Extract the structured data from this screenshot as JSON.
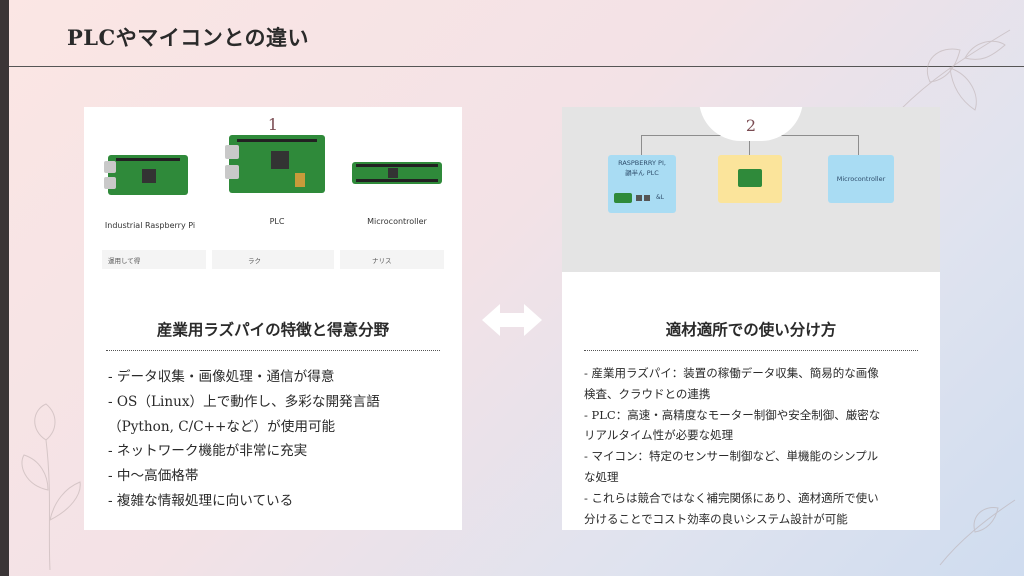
{
  "title": "PLCやマイコンとの違い",
  "left_card": {
    "number": "1",
    "products": [
      {
        "label": "Industrial Raspberry Pi"
      },
      {
        "label": "PLC"
      },
      {
        "label": "Microcontroller"
      }
    ],
    "cells": [
      "運用して得",
      "ラク",
      "ナリス"
    ],
    "heading": "産業用ラズパイの特徴と得意分野",
    "bullets": [
      "- データ収集・画像処理・通信が得意",
      "- OS（Linux）上で動作し、多彩な開発言語",
      "（Python, C/C++など）が使用可能",
      "- ネットワーク機能が非常に充実",
      "- 中〜高価格帯",
      "- 複雑な情報処理に向いている"
    ]
  },
  "right_card": {
    "number": "2",
    "diagram": {
      "box1_line1": "RASPBERRY PI,",
      "box1_line2": "韻半ん PLC",
      "box1_small": "&L",
      "box3": "Microcontroller"
    },
    "heading": "適材適所での使い分け方",
    "bullets": [
      "- 産業用ラズパイ：装置の稼働データ収集、簡易的な画像",
      "検査、クラウドとの連携",
      "- PLC：高速・高精度なモーター制御や安全制御、厳密な",
      "リアルタイム性が必要な処理",
      "- マイコン：特定のセンサー制御など、単機能のシンプル",
      "な処理",
      "- これらは競合ではなく補完関係にあり、適材適所で使い",
      "分けることでコスト効率の良いシステム設計が可能"
    ]
  },
  "colors": {
    "board_green": "#2f8a3a",
    "box_blue": "#a9dcf3",
    "box_yellow": "#fbe49b",
    "number_color": "#7a4b52"
  }
}
